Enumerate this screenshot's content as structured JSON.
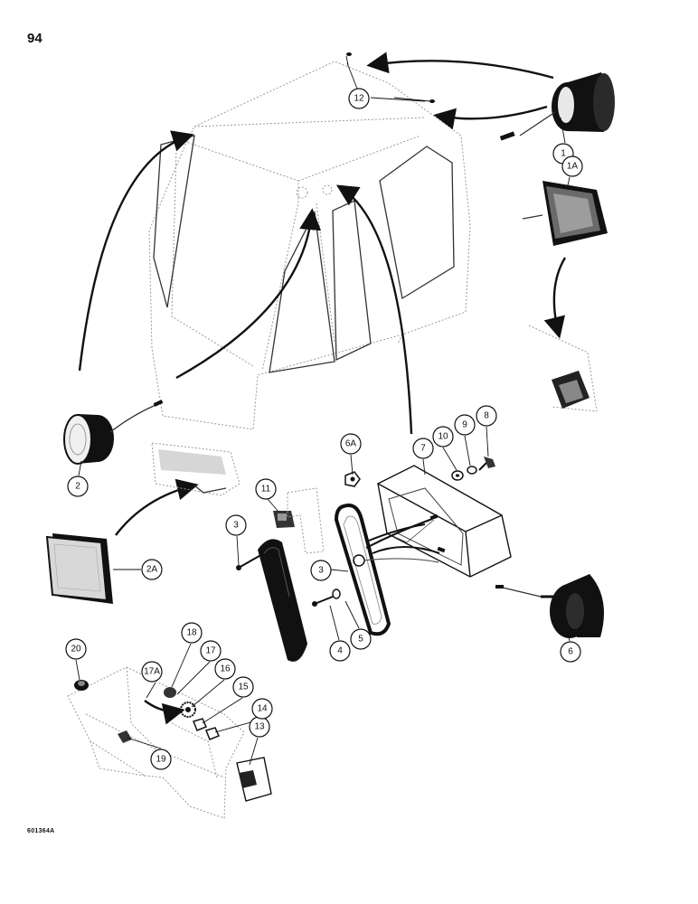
{
  "page": {
    "number": "94",
    "figure_code": "601364A"
  },
  "callouts": {
    "c1": "1",
    "c1a": "1A",
    "c2": "2",
    "c2a": "2A",
    "c3a": "3",
    "c3b": "3",
    "c4": "4",
    "c5": "5",
    "c6": "6",
    "c6a": "6A",
    "c7": "7",
    "c8": "8",
    "c9": "9",
    "c10": "10",
    "c11": "11",
    "c12": "12",
    "c13": "13",
    "c14": "14",
    "c15": "15",
    "c16": "16",
    "c17": "17",
    "c17a": "17A",
    "c18": "18",
    "c19": "19",
    "c20": "20"
  }
}
